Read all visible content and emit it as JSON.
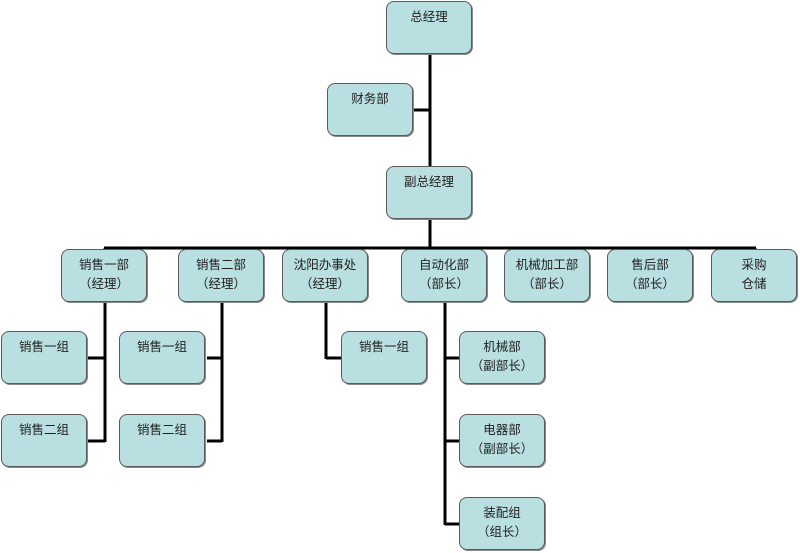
{
  "top": {
    "line1": "总经理"
  },
  "finance": {
    "line1": "财务部"
  },
  "deputy": {
    "line1": "副总经理"
  },
  "departments": [
    {
      "line1": "销售一部",
      "line2": "（经理）"
    },
    {
      "line1": "销售二部",
      "line2": "（经理）"
    },
    {
      "line1": "沈阳办事处",
      "line2": "（经理）"
    },
    {
      "line1": "自动化部",
      "line2": "（部长）"
    },
    {
      "line1": "机械加工部",
      "line2": "（部长）"
    },
    {
      "line1": "售后部",
      "line2": "（部长）"
    },
    {
      "line1": "采购",
      "line2": "仓储"
    }
  ],
  "sales1_groups": [
    {
      "line1": "销售一组"
    },
    {
      "line1": "销售二组"
    }
  ],
  "sales2_groups": [
    {
      "line1": "销售一组"
    },
    {
      "line1": "销售二组"
    }
  ],
  "shenyang_groups": [
    {
      "line1": "销售一组"
    }
  ],
  "automation_units": [
    {
      "line1": "机械部",
      "line2": "（副部长）"
    },
    {
      "line1": "电器部",
      "line2": "（副部长）"
    },
    {
      "line1": "装配组",
      "line2": "（组长）"
    }
  ]
}
